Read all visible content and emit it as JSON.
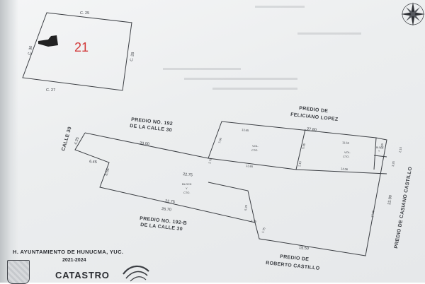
{
  "location_map": {
    "street_top": "C. 25",
    "street_left": "C. 30",
    "street_right": "C. 28",
    "street_bottom": "C. 27",
    "block_number": "21"
  },
  "plan": {
    "neighbors": {
      "north_left": [
        "PREDIO NO. 192",
        "DE LA CALLE 30"
      ],
      "north_right": [
        "PREDIO DE",
        "FELICIANO LOPEZ"
      ],
      "south_left": [
        "PREDIO NO. 192-B",
        "DE LA CALLE 30"
      ],
      "south_right": [
        "PREDIO DE",
        "ROBERTO CASTILLO"
      ],
      "east": "PREDIO DE CASIANO CASTILLO",
      "west_street": "CALLE 30"
    },
    "rooms": [
      {
        "name": "VOL.",
        "sub": "CTO."
      },
      {
        "name": "VOL.",
        "sub": "CTO."
      },
      {
        "name": "BLOCK",
        "sub": "Y",
        "sub2": "CTO."
      },
      {
        "name": "BLOCK",
        "sub": "Y"
      }
    ],
    "dimensions": [
      "4.25",
      "20.00",
      "6.45",
      "5.65",
      "22.75",
      "22.75",
      "26.70",
      "7.60",
      "13.65",
      "27.80",
      "5.45",
      "13.65",
      "2.15",
      "11.55",
      "14.06",
      "2.50",
      "3.25",
      "5.20",
      "3.75",
      "1.75",
      "15.50",
      "22.80",
      "17.55",
      "2.75",
      "2.15"
    ]
  },
  "footer": {
    "header": "H. AYUNTAMIENTO DE HUNUCMA, YUC.",
    "years": "2021-2024",
    "department": "CATASTRO"
  },
  "colors": {
    "paper": "#eceeef",
    "ink": "#3a3d42",
    "block_number": "#d23a3a"
  }
}
